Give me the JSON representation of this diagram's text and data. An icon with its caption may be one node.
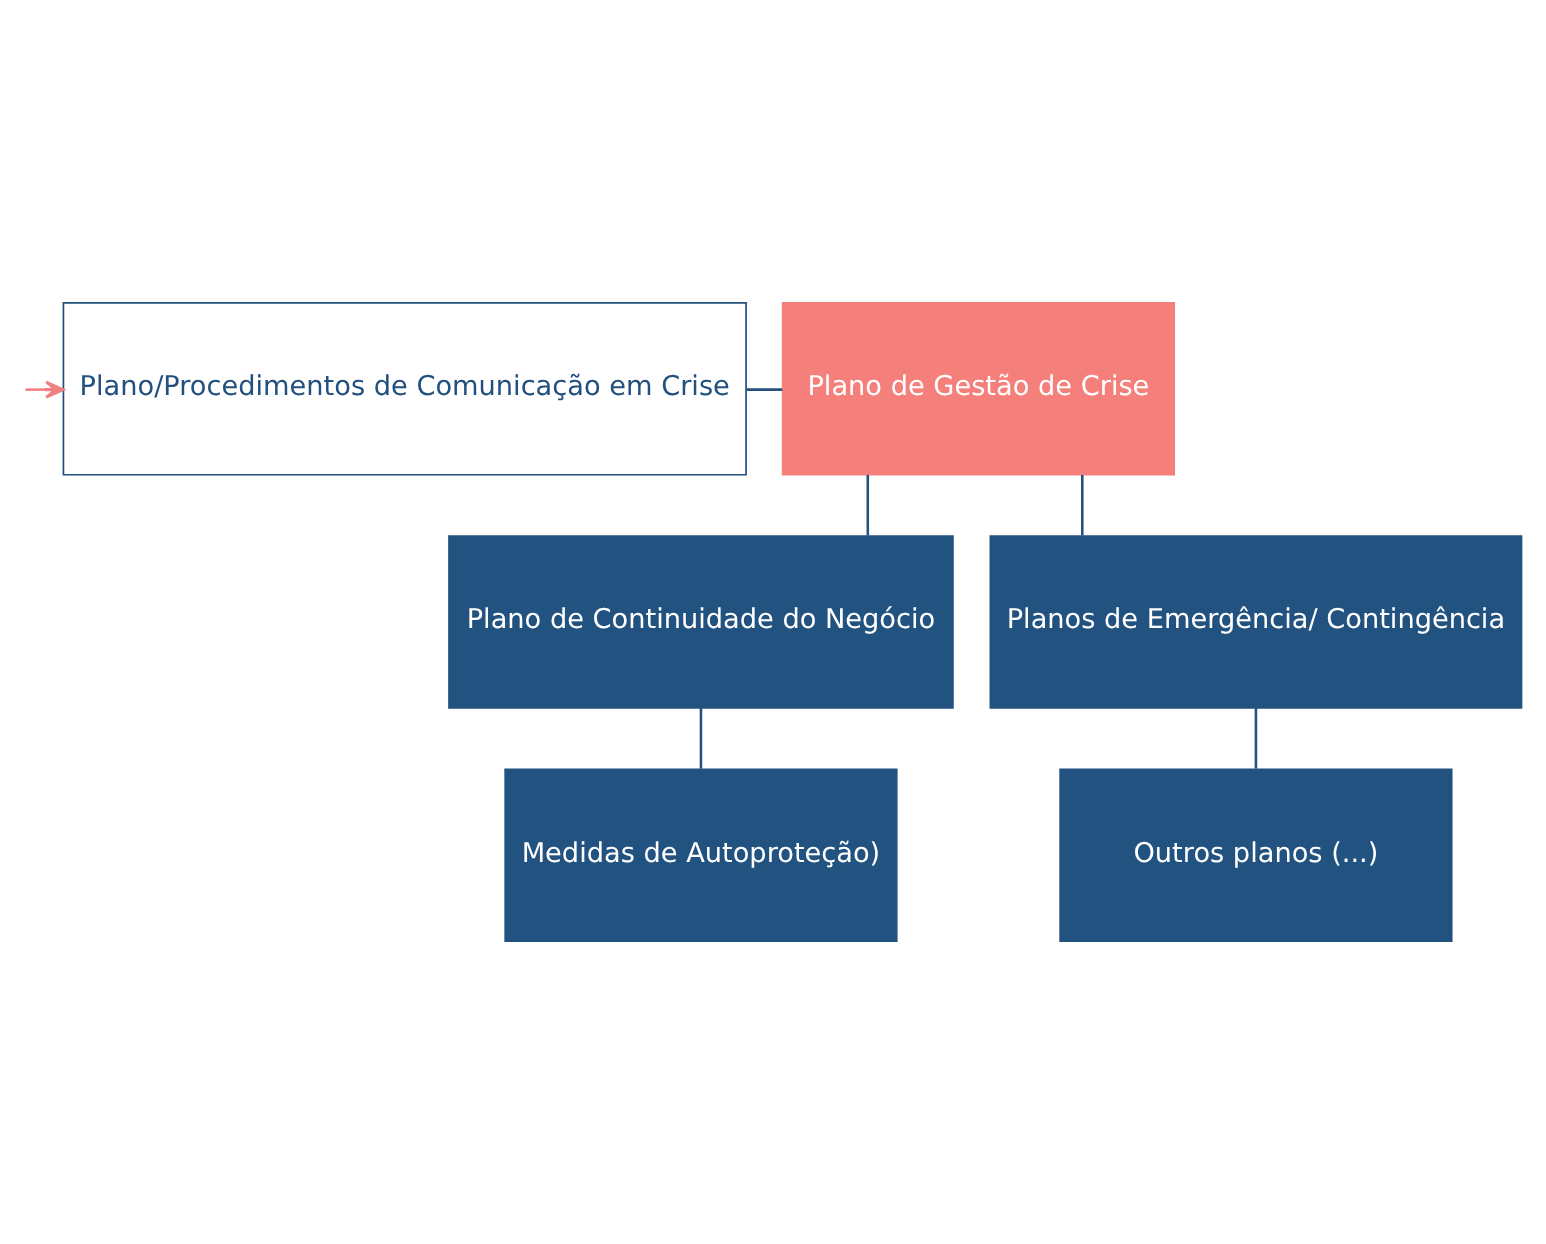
{
  "diagram": {
    "nodes": [
      {
        "text": [
          "Plano/Procedimentos de Comunicação em Crise"
        ]
      },
      {
        "text": [
          "Plano de Gestão de Crise"
        ]
      },
      {
        "text": [
          "Plano de Continuidade do Negócio"
        ]
      },
      {
        "text": [
          "Planos de Emergência/ Contingência"
        ]
      },
      {
        "text": [
          "Medidas de Autoproteção)"
        ]
      },
      {
        "text": [
          "Outros planos (...)"
        ]
      }
    ],
    "edges": [
      {
        "from": null,
        "to": 0,
        "arrow": "to",
        "color": "#f08080"
      },
      {
        "from": 0,
        "to": 1,
        "arrow": "none"
      },
      {
        "from": 1,
        "to": 2,
        "arrow": "none"
      },
      {
        "from": 1,
        "to": 3,
        "arrow": "none"
      },
      {
        "from": 2,
        "to": 4,
        "arrow": "none"
      },
      {
        "from": 3,
        "to": 5,
        "arrow": "none"
      }
    ]
  }
}
